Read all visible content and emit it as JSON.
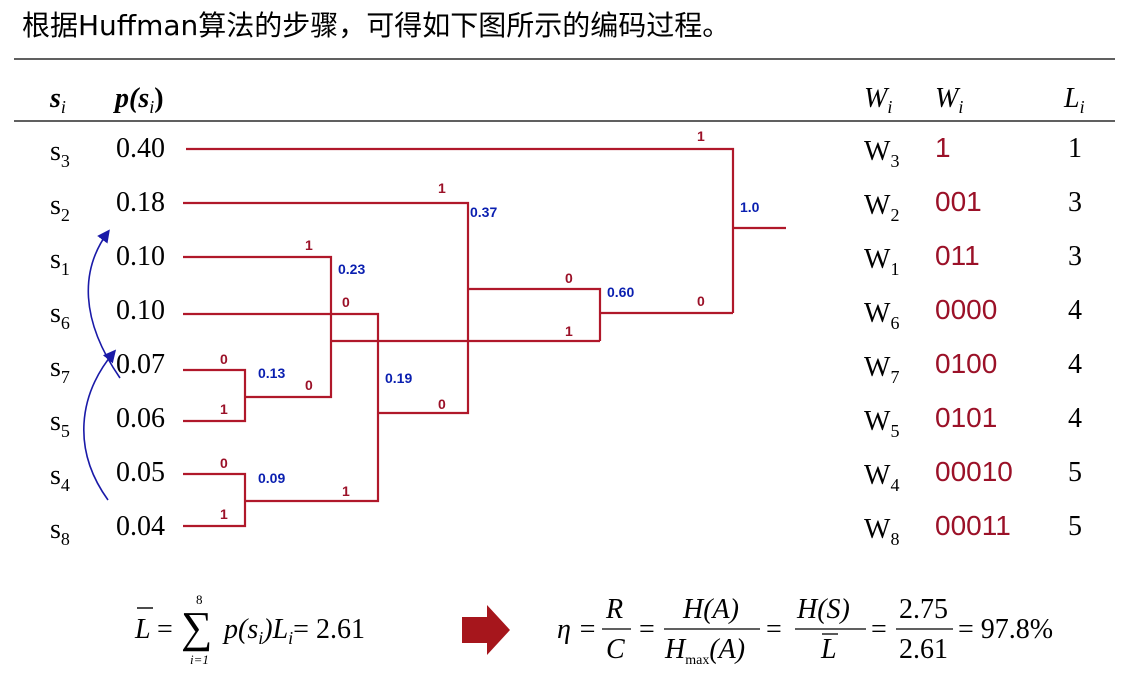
{
  "title": "根据Huffman算法的步骤，可得如下图所示的编码过程。",
  "colors": {
    "line": "#b0182a",
    "code": "#9b1128",
    "node_value": "#0a1fb0",
    "bit": "#9b1128",
    "arrow": "#a6161c",
    "curve": "#1a1aa8"
  },
  "headers": {
    "symbol": "s",
    "symbol_sub": "i",
    "prob": "p(s",
    "prob_sub": "i",
    "prob_close": ")",
    "w1": "W",
    "w1_sub": "i",
    "w2": "W",
    "w2_sub": "i",
    "len": "L",
    "len_sub": "i"
  },
  "rows": [
    {
      "sym_sub": "3",
      "prob": "0.40",
      "w_sub": "3",
      "code": "1",
      "len": "1"
    },
    {
      "sym_sub": "2",
      "prob": "0.18",
      "w_sub": "2",
      "code": "001",
      "len": "3"
    },
    {
      "sym_sub": "1",
      "prob": "0.10",
      "w_sub": "1",
      "code": "011",
      "len": "3"
    },
    {
      "sym_sub": "6",
      "prob": "0.10",
      "w_sub": "6",
      "code": "0000",
      "len": "4"
    },
    {
      "sym_sub": "7",
      "prob": "0.07",
      "w_sub": "7",
      "code": "0100",
      "len": "4"
    },
    {
      "sym_sub": "5",
      "prob": "0.06",
      "w_sub": "5",
      "code": "0101",
      "len": "4"
    },
    {
      "sym_sub": "4",
      "prob": "0.05",
      "w_sub": "4",
      "code": "00010",
      "len": "5"
    },
    {
      "sym_sub": "8",
      "prob": "0.04",
      "w_sub": "8",
      "code": "00011",
      "len": "5"
    }
  ],
  "symbol_letter": "s",
  "w_letter": "W",
  "node_values": [
    "0.13",
    "0.09",
    "0.23",
    "0.19",
    "0.37",
    "0.60",
    "1.0"
  ],
  "bits": {
    "s7": "0",
    "s5": "1",
    "s4": "0",
    "s8": "1",
    "n013": "0",
    "s1": "1",
    "s6": "0",
    "n009": "1",
    "s2": "1",
    "n019": "0",
    "n037": "0",
    "n023": "1",
    "s3": "1",
    "n060": "0"
  },
  "formula_left": {
    "L": "L",
    "eq": "=",
    "sum_top": "8",
    "sum_bottom": "i=1",
    "body": "p(s",
    "sub_i": "i",
    "close": ")L",
    "sub_i2": "i",
    "value": "= 2.61"
  },
  "formula_right": {
    "eta": "η =",
    "f1_num": "R",
    "f1_den": "C",
    "eq1": "=",
    "f2_num": "H(A)",
    "f2_den_H": "H",
    "f2_den_sub": "max",
    "f2_den_rest": "(A)",
    "eq2": "=",
    "f3_num": "H(S)",
    "f3_den": "L",
    "eq3": "=",
    "f4_num": "2.75",
    "f4_den": "2.61",
    "result": "= 97.8%"
  }
}
